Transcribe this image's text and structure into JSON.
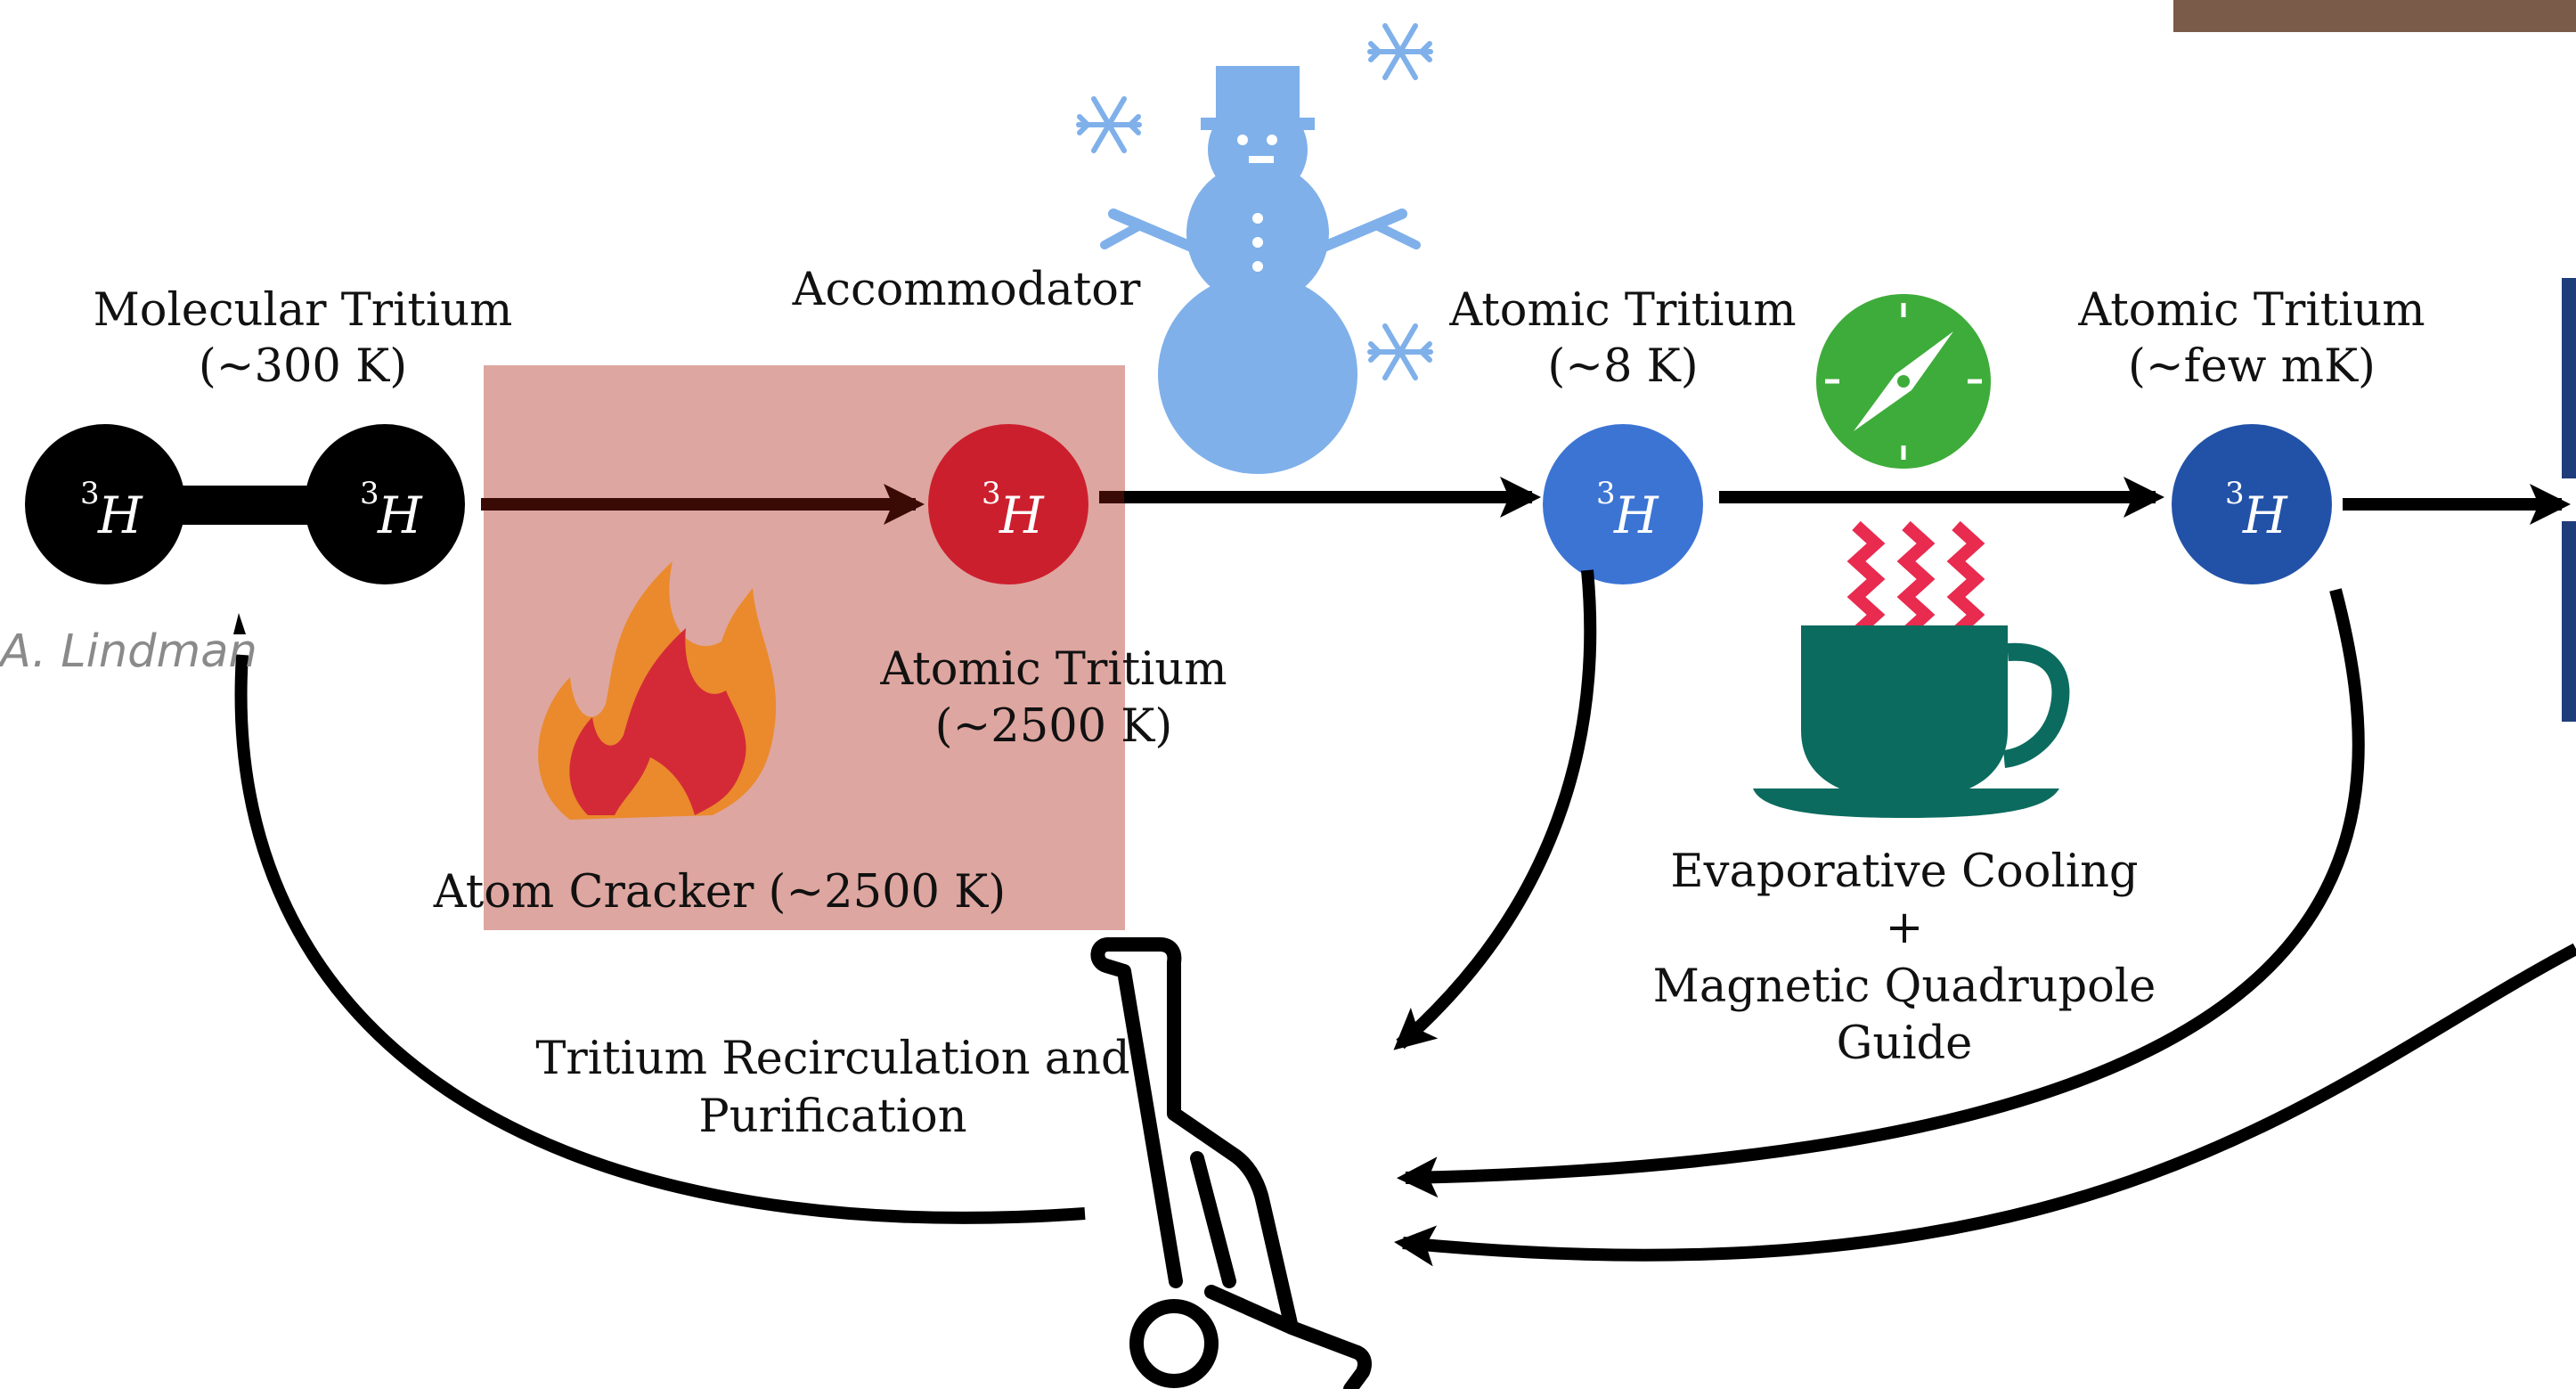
{
  "labels": {
    "molecular_line1": "Molecular Tritium",
    "molecular_line2": "(~300 K)",
    "accommodator": "Accommodator",
    "atomic_hot_line1": "Atomic Tritium",
    "atomic_hot_line2": "(~2500 K)",
    "atom_cracker": "Atom Cracker (~2500 K)",
    "atomic_8k_line1": "Atomic Tritium",
    "atomic_8k_line2": "(~8 K)",
    "atomic_mk_line1": "Atomic Tritium",
    "atomic_mk_line2": "(~few mK)",
    "evap_line1": "Evaporative Cooling",
    "evap_line2": "+",
    "evap_line3": "Magnetic Quadrupole",
    "evap_line4": "Guide",
    "recirc_line1": "Tritium Recirculation and",
    "recirc_line2": "Purification",
    "credit": "A. Lindman"
  },
  "atoms": {
    "sup": "3",
    "symbol": "H"
  },
  "colors": {
    "molecule": "#000000",
    "atom_hot": "#cc1f2d",
    "atom_8k": "#3c74d4",
    "atom_mk": "#2252a8",
    "cracker_box": "#dea6a0",
    "snowman": "#7fb0ea",
    "compass": "#3eac3a",
    "cup": "#0b6b5e",
    "steam": "#e82b4f",
    "flame_outer": "#ea8a2c",
    "flame_inner": "#d42a37"
  },
  "icons": [
    "fire-icon",
    "snowman-icon",
    "snowflake-icon",
    "compass-icon",
    "coffee-cup-icon",
    "steam-icon",
    "vacuum-cleaner-icon"
  ]
}
